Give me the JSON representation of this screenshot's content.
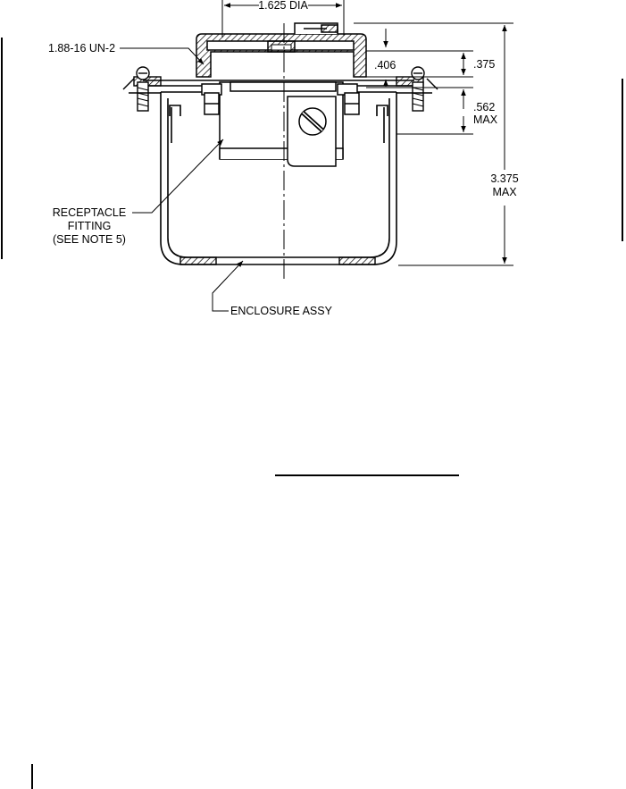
{
  "figure": {
    "labels": {
      "dia": "1.625 DIA",
      "thread": "1.88-16 UN-2",
      "dim_406": ".406",
      "dim_375": ".375",
      "dim_562": ".562",
      "dim_562_max": "MAX",
      "dim_3375": "3.375",
      "dim_3375_max": "MAX",
      "receptacle_1": "RECEPTACLE",
      "receptacle_2": "FITTING",
      "receptacle_3": "(SEE NOTE 5)",
      "enclosure": "ENCLOSURE ASSY"
    }
  }
}
